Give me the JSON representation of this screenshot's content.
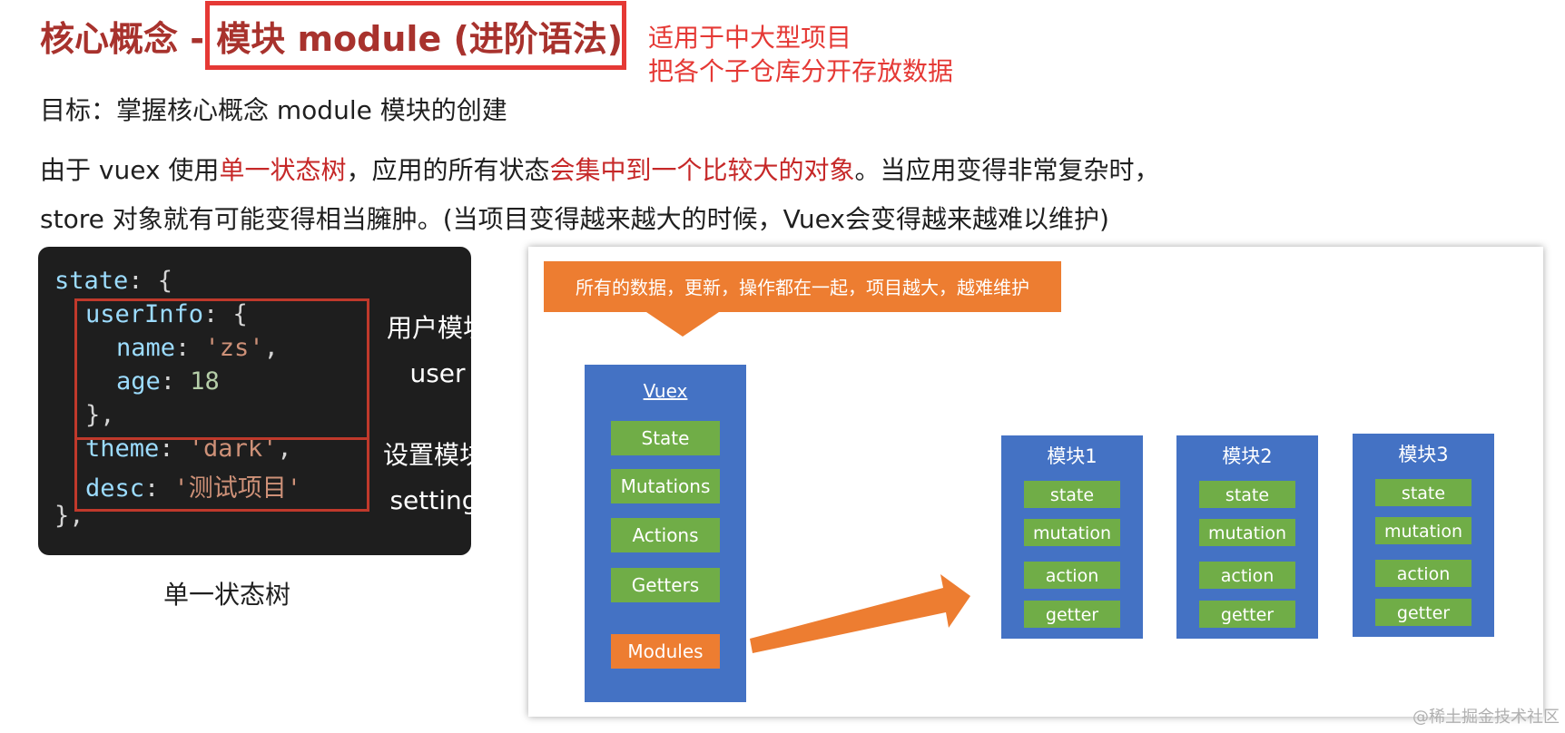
{
  "header": {
    "title": "核心概念 - 模块 module (进阶语法)",
    "note_line1": "适用于中大型项目",
    "note_line2": "把各个子仓库分开存放数据"
  },
  "goal": "目标：掌握核心概念 module 模块的创建",
  "paragraph": {
    "line1_pre": "由于 vuex 使用",
    "line1_hl1": "单一状态树",
    "line1_mid": "，应用的所有状态",
    "line1_hl2": "会集中到一个比较大的对象",
    "line1_post": "。当应用变得非常复杂时，",
    "line2": "store 对象就有可能变得相当臃肿。(当项目变得越来越大的时候，Vuex会变得越来越难以维护)"
  },
  "code": {
    "line1_key": "state",
    "line1_rest": ": {",
    "line2_key": "userInfo",
    "line2_rest": ": {",
    "line3_key": "name",
    "line3_sep": ": ",
    "line3_val": "'zs'",
    "line3_end": ",",
    "line4_key": "age",
    "line4_sep": ": ",
    "line4_val": "18",
    "line5": "},",
    "line6_key": "theme",
    "line6_sep": ": ",
    "line6_val": "'dark'",
    "line6_end": ",",
    "line7_key": "desc",
    "line7_sep": ": ",
    "line7_val": "'测试项目'",
    "line8": "},",
    "label_user_cn": "用户模块",
    "label_user_en": "user",
    "label_setting_cn": "设置模块",
    "label_setting_en": "setting"
  },
  "caption": "单一状态树",
  "diagram": {
    "callout": "所有的数据，更新，操作都在一起，项目越大，越难维护",
    "vuex_title": "Vuex",
    "vuex_items": [
      "State",
      "Mutations",
      "Actions",
      "Getters"
    ],
    "modules_label": "Modules",
    "modules": [
      {
        "title": "模块1",
        "items": [
          "state",
          "mutation",
          "action",
          "getter"
        ]
      },
      {
        "title": "模块2",
        "items": [
          "state",
          "mutation",
          "action",
          "getter"
        ]
      },
      {
        "title": "模块3",
        "items": [
          "state",
          "mutation",
          "action",
          "getter"
        ]
      }
    ],
    "colors": {
      "blue": "#4472c4",
      "green": "#70ad47",
      "orange": "#ed7d31"
    }
  },
  "watermark": "@稀土掘金技术社区"
}
